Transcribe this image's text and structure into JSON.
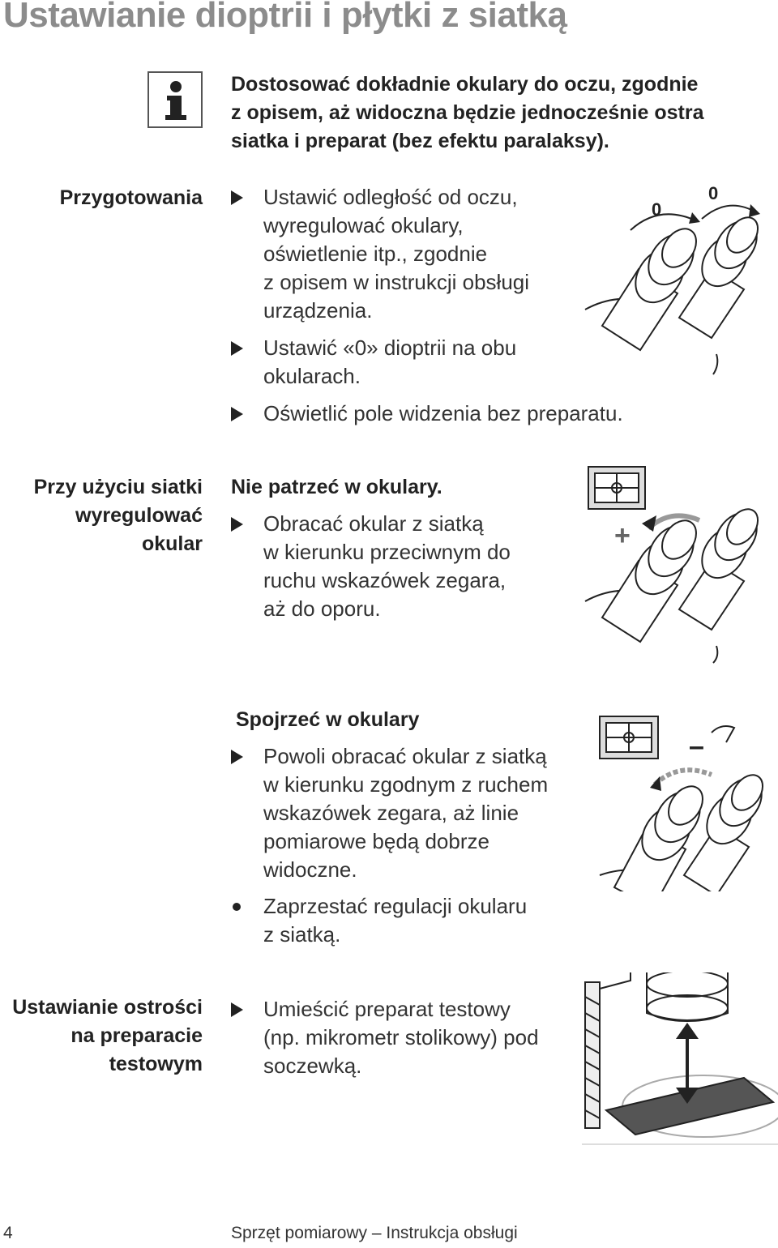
{
  "title": "Ustawianie dioptrii i płytki z siatką",
  "info": {
    "lines": [
      "Dostosować dokładnie okulary do oczu, zgodnie",
      "z opisem, aż widoczna będzie jednocześnie ostra",
      "siatka i preparat (bez efektu paralaksy)."
    ]
  },
  "sections": {
    "przygotowania": {
      "label": [
        "Przygotowania"
      ],
      "items": [
        [
          "Ustawić odległość od oczu,",
          "wyregulować okulary,",
          "oświetlenie itp., zgodnie",
          "z opisem w instrukcji obsługi",
          "urządzenia."
        ],
        [
          "Ustawić «0» dioptrii na obu",
          "okularach."
        ],
        [
          "Oświetlić pole widzenia bez preparatu."
        ]
      ],
      "figure_labels": [
        "0",
        "0"
      ]
    },
    "siatka": {
      "label": [
        "Przy użyciu siatki",
        "wyregulować",
        "okular"
      ],
      "heading": "Nie patrzeć w okulary.",
      "items": [
        [
          "Obracać okular z siatką",
          "w kierunku przeciwnym do",
          "ruchu wskazówek zegara,",
          "aż do oporu."
        ]
      ],
      "figure_sign": "+"
    },
    "spojrzec": {
      "heading": "Spojrzeć w okulary",
      "items": [
        [
          "Powoli obracać okular z siatką",
          "w kierunku zgodnym z ruchem",
          "wskazówek zegara, aż linie",
          "pomiarowe będą dobrze",
          "widoczne."
        ]
      ],
      "bullets": [
        [
          "Zaprzestać regulacji okularu",
          "z siatką."
        ]
      ],
      "figure_sign": "–"
    },
    "ostrosc": {
      "label": [
        "Ustawianie ostrości",
        "na preparacie",
        "testowym"
      ],
      "items": [
        [
          "Umieścić preparat testowy",
          "(np. mikrometr stolikowy) pod",
          "soczewką."
        ]
      ]
    }
  },
  "footer": {
    "page": "4",
    "doc": "Sprzęt pomiarowy – Instrukcja obsługi"
  }
}
